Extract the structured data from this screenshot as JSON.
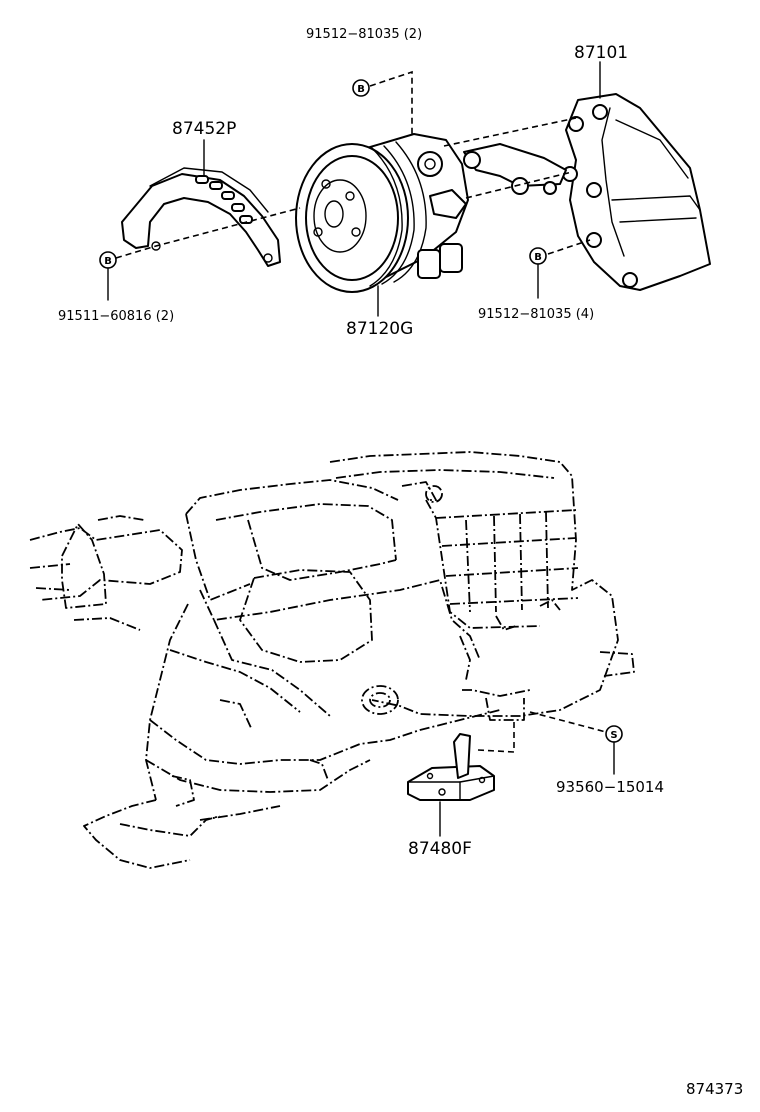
{
  "labels": {
    "bolt_top": "91512−81035 (2)",
    "bracket_assy": "87101",
    "cover": "87452P",
    "bolt_left": "91511−60816 (2)",
    "compressor": "87120G",
    "bolt_right": "91512−81035 (4)",
    "screw": "93560−15014",
    "sensor": "87480F",
    "diagram_number": "874373"
  },
  "symbols": {
    "bolt": "B",
    "screw": "S"
  }
}
